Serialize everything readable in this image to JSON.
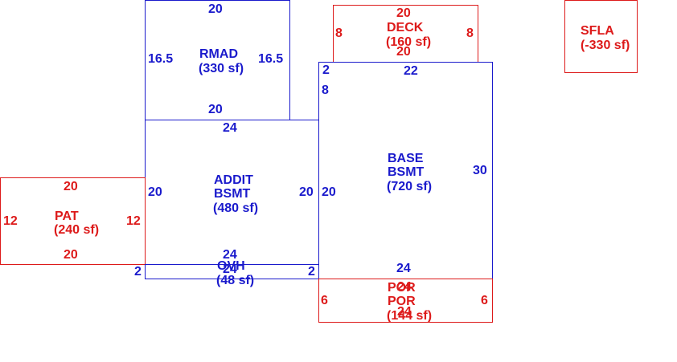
{
  "colors": {
    "blue": "#1a1acc",
    "red": "#dd1a1a"
  },
  "rmad": {
    "name": "RMAD",
    "area": "(330 sf)",
    "top": "20",
    "bottom": "20",
    "left": "16.5",
    "right": "16.5"
  },
  "deck": {
    "name": "DECK",
    "area": "(160 sf)",
    "top": "20",
    "bottom": "20",
    "left": "8",
    "right": "8"
  },
  "sfla": {
    "name": "SFLA",
    "area": "(-330 sf)"
  },
  "addit": {
    "name1": "ADDIT",
    "name2": "BSMT",
    "area": "(480 sf)",
    "top": "24",
    "bottom": "24",
    "left": "20",
    "right": "20"
  },
  "base": {
    "name1": "BASE",
    "name2": "BSMT",
    "area": "(720 sf)",
    "top": "22",
    "top_left": "2",
    "side_left": "8",
    "left": "20",
    "right": "30",
    "bottom": "24"
  },
  "pat": {
    "name": "PAT",
    "area": "(240 sf)",
    "top": "20",
    "bottom": "20",
    "left": "12",
    "right": "12"
  },
  "ovh": {
    "name": "OVH",
    "area": "(48 sf)",
    "top": "24",
    "bottom": "24",
    "left": "2",
    "right": "2"
  },
  "por": {
    "name1": "POR",
    "name2": "POR",
    "area": "(144 sf)",
    "top": "24",
    "bottom": "24",
    "left": "6",
    "right": "6"
  }
}
